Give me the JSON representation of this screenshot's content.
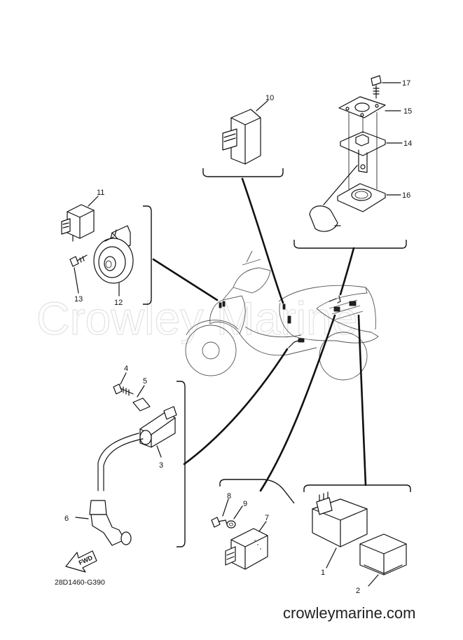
{
  "diagram": {
    "drawing_code": "28D1460-G390",
    "watermark_text": "Crowley Marine",
    "site_url": "crowleymarine.com",
    "callouts": [
      "1",
      "2",
      "3",
      "4",
      "5",
      "6",
      "7",
      "8",
      "9",
      "10",
      "11",
      "12",
      "13",
      "14",
      "15",
      "16",
      "17"
    ],
    "fwd_label": "FWD"
  }
}
